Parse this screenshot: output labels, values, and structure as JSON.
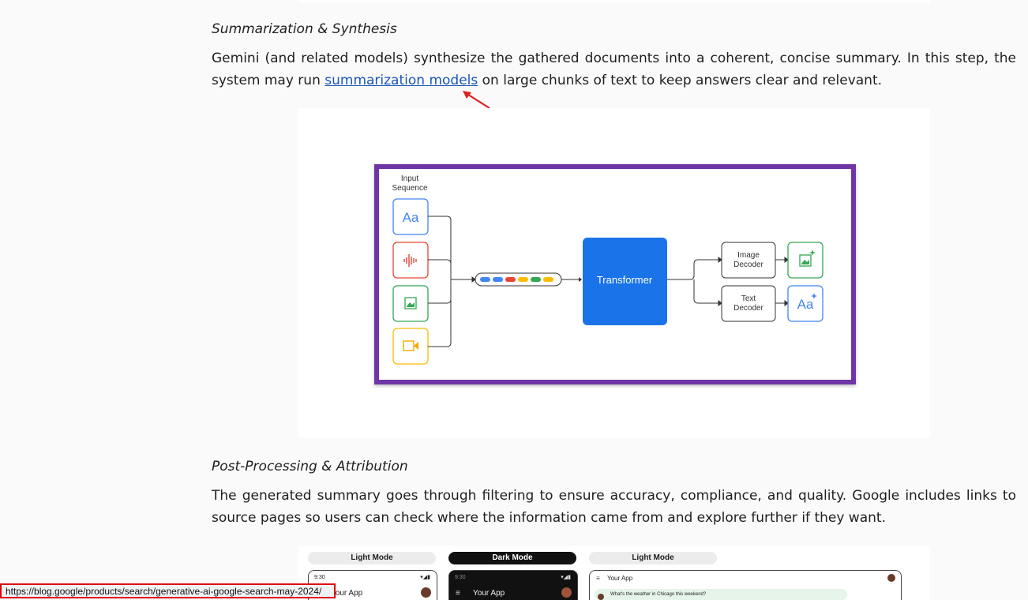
{
  "sections": [
    {
      "heading": "Summarization & Synthesis",
      "para_before": "Gemini (and related models) synthesize the gathered documents into a coherent, concise summary. In this step, the system may run ",
      "link": "summarization models",
      "para_after": " on large chunks of text to keep answers clear and relevant."
    },
    {
      "heading": "Post-Processing & Attribution",
      "para": "The generated summary goes through filtering to ensure accuracy, compliance, and quality. Google includes links to source pages so users can check where the information came from and explore further if they want."
    }
  ],
  "diagram": {
    "input_label_line1": "Input",
    "input_label_line2": "Sequence",
    "text_input": "Aa",
    "transformer": "Transformer",
    "image_decoder_line1": "Image",
    "image_decoder_line2": "Decoder",
    "text_decoder_line1": "Text",
    "text_decoder_line2": "Decoder",
    "text_output": "Aa",
    "token_colors": [
      "#4285f4",
      "#4285f4",
      "#ea4335",
      "#fbbc04",
      "#34a853",
      "#fbbc04"
    ],
    "frame_color": "#6f35a6"
  },
  "bottom_figure": {
    "pill_1": "Light Mode",
    "pill_2": "Dark Mode",
    "pill_3": "Light Mode",
    "phone_time_1": "9:30",
    "phone_time_2": "9:30",
    "phone_app_1": "Your App",
    "phone_app_2": "Your App",
    "phone_app_3": "Your App",
    "menu_icon": "≡",
    "query": "What's the weather in Chicago this weekend?"
  },
  "status_bar": {
    "url": "https://blog.google/products/search/generative-ai-google-search-may-2024/"
  }
}
